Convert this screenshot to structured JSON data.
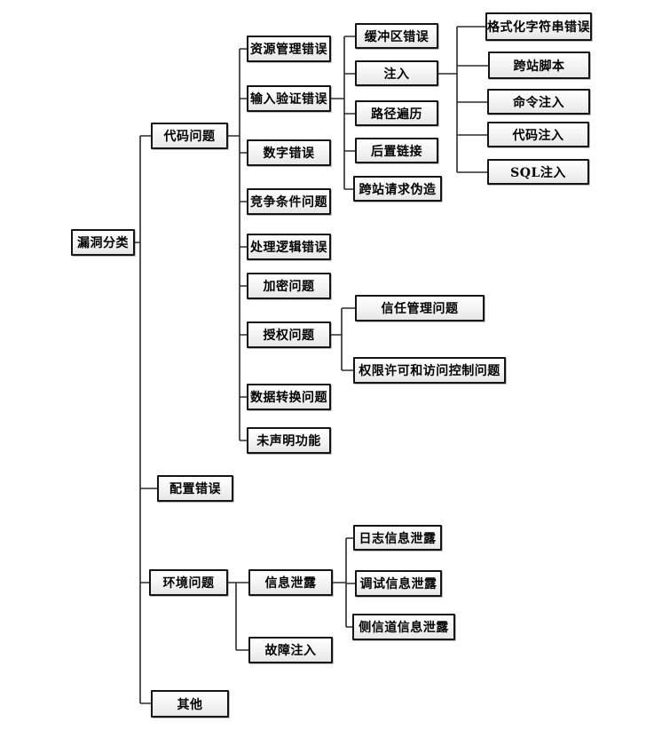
{
  "diagram": {
    "type": "tree",
    "orientation": "left-to-right",
    "colors": {
      "background": "#ffffff",
      "box_border": "#141414",
      "box_fill_top": "#ffffff",
      "box_fill_bottom": "#e7e7e7",
      "line": "#2b2b2b",
      "text": "#000000"
    },
    "nodes": {
      "root": {
        "label": "漏洞分类",
        "children": [
          "code_issues",
          "configuration_errors",
          "environment_issues",
          "others"
        ]
      },
      "code_issues": {
        "label": "代码问题",
        "children": [
          "resource_management_errors",
          "input_validation_errors",
          "numeric_errors",
          "race_condition_issues",
          "processing_logic_errors",
          "encryption_issues",
          "authorization_issues",
          "data_conversion_issues",
          "undeclared_functionality"
        ]
      },
      "resource_management_errors": {
        "label": "资源管理错误",
        "children": []
      },
      "input_validation_errors": {
        "label": "输入验证错误",
        "children": [
          "buffer_errors",
          "injection",
          "path_traversal",
          "link_following",
          "csrf"
        ]
      },
      "buffer_errors": {
        "label": "缓冲区错误",
        "children": []
      },
      "injection": {
        "label": "注入",
        "children": [
          "format_string_errors",
          "cross_site_scripting",
          "command_injection",
          "code_injection",
          "sql_injection"
        ]
      },
      "format_string_errors": {
        "label": "格式化字符串错误",
        "children": []
      },
      "cross_site_scripting": {
        "label": "跨站脚本",
        "children": []
      },
      "command_injection": {
        "label": "命令注入",
        "children": []
      },
      "code_injection": {
        "label": "代码注入",
        "children": []
      },
      "sql_injection": {
        "label": "SQL注入",
        "children": []
      },
      "path_traversal": {
        "label": "路径遍历",
        "children": []
      },
      "link_following": {
        "label": "后置链接",
        "children": []
      },
      "csrf": {
        "label": "跨站请求伪造",
        "children": []
      },
      "numeric_errors": {
        "label": "数字错误",
        "children": []
      },
      "race_condition_issues": {
        "label": "竞争条件问题",
        "children": []
      },
      "processing_logic_errors": {
        "label": "处理逻辑错误",
        "children": []
      },
      "encryption_issues": {
        "label": "加密问题",
        "children": []
      },
      "authorization_issues": {
        "label": "授权问题",
        "children": [
          "trust_management_issues",
          "permission_access_control_issues"
        ]
      },
      "trust_management_issues": {
        "label": "信任管理问题",
        "children": []
      },
      "permission_access_control_issues": {
        "label": "权限许可和访问控制问题",
        "children": []
      },
      "data_conversion_issues": {
        "label": "数据转换问题",
        "children": []
      },
      "undeclared_functionality": {
        "label": "未声明功能",
        "children": []
      },
      "configuration_errors": {
        "label": "配置错误",
        "children": []
      },
      "environment_issues": {
        "label": "环境问题",
        "children": [
          "information_disclosure",
          "fault_injection"
        ]
      },
      "information_disclosure": {
        "label": "信息泄露",
        "children": [
          "log_information_disclosure",
          "debug_information_disclosure",
          "side_channel_information_disclosure"
        ]
      },
      "log_information_disclosure": {
        "label": "日志信息泄露",
        "children": []
      },
      "debug_information_disclosure": {
        "label": "调试信息泄露",
        "children": []
      },
      "side_channel_information_disclosure": {
        "label": "侧信道信息泄露",
        "children": []
      },
      "fault_injection": {
        "label": "故障注入",
        "children": []
      },
      "others": {
        "label": "其他",
        "children": []
      }
    }
  }
}
